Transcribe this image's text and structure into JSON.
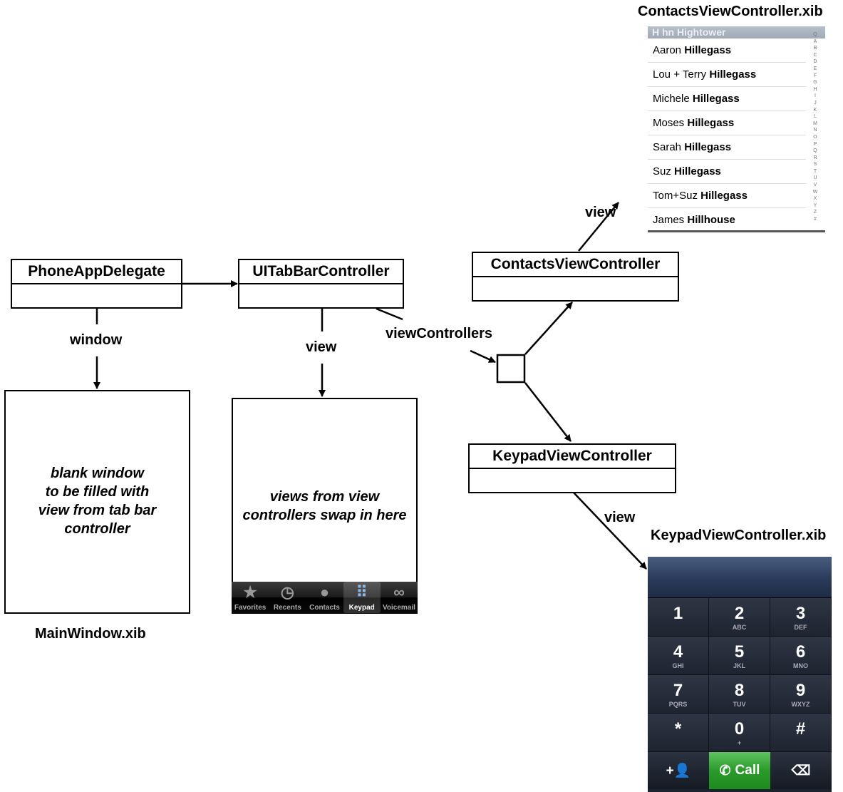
{
  "boxes": {
    "phone_app_delegate": "PhoneAppDelegate",
    "tab_bar_controller": "UITabBarController",
    "contacts_view_controller": "ContactsViewController",
    "keypad_view_controller": "KeypadViewController"
  },
  "labels": {
    "window": "window",
    "view_tab": "view",
    "view_controllers": "viewControllers",
    "view_contacts": "view",
    "view_keypad": "view"
  },
  "notes": {
    "main_window_lines": [
      "blank window",
      "to be filled with",
      "view from tab bar",
      "controller"
    ],
    "tab_view_lines": [
      "views from view",
      "controllers swap in here"
    ]
  },
  "xibs": {
    "main_window": "MainWindow.xib",
    "contacts": "ContactsViewController.xib",
    "keypad": "KeypadViewController.xib"
  },
  "contacts_list": {
    "header": "H  hn Hightower",
    "rows": [
      {
        "first": "Aaron",
        "last": "Hillegass"
      },
      {
        "first": "Lou + Terry",
        "last": "Hillegass"
      },
      {
        "first": "Michele",
        "last": "Hillegass"
      },
      {
        "first": "Moses",
        "last": "Hillegass"
      },
      {
        "first": "Sarah",
        "last": "Hillegass"
      },
      {
        "first": "Suz",
        "last": "Hillegass"
      },
      {
        "first": "Tom+Suz",
        "last": "Hillegass"
      },
      {
        "first": "James",
        "last": "Hillhouse"
      }
    ],
    "index": [
      "Q",
      "A",
      "B",
      "C",
      "D",
      "E",
      "F",
      "G",
      "H",
      "I",
      "J",
      "K",
      "L",
      "M",
      "N",
      "O",
      "P",
      "Q",
      "R",
      "S",
      "T",
      "U",
      "V",
      "W",
      "X",
      "Y",
      "Z",
      "#"
    ]
  },
  "tab_bar": {
    "tabs": [
      {
        "label": "Favorites",
        "icon": "star-icon",
        "active": false
      },
      {
        "label": "Recents",
        "icon": "clock-icon",
        "active": false
      },
      {
        "label": "Contacts",
        "icon": "person-icon",
        "active": false
      },
      {
        "label": "Keypad",
        "icon": "keypad-icon",
        "active": true
      },
      {
        "label": "Voicemail",
        "icon": "voicemail-icon",
        "active": false
      }
    ]
  },
  "keypad": {
    "keys": [
      {
        "digit": "1",
        "letters": ""
      },
      {
        "digit": "2",
        "letters": "ABC"
      },
      {
        "digit": "3",
        "letters": "DEF"
      },
      {
        "digit": "4",
        "letters": "GHI"
      },
      {
        "digit": "5",
        "letters": "JKL"
      },
      {
        "digit": "6",
        "letters": "MNO"
      },
      {
        "digit": "7",
        "letters": "PQRS"
      },
      {
        "digit": "8",
        "letters": "TUV"
      },
      {
        "digit": "9",
        "letters": "WXYZ"
      },
      {
        "digit": "*",
        "letters": ""
      },
      {
        "digit": "0",
        "letters": "+"
      },
      {
        "digit": "#",
        "letters": ""
      }
    ],
    "add_contact": "+👤",
    "call": "Call",
    "delete": "⌫",
    "call_color": "#2a9a2a"
  }
}
